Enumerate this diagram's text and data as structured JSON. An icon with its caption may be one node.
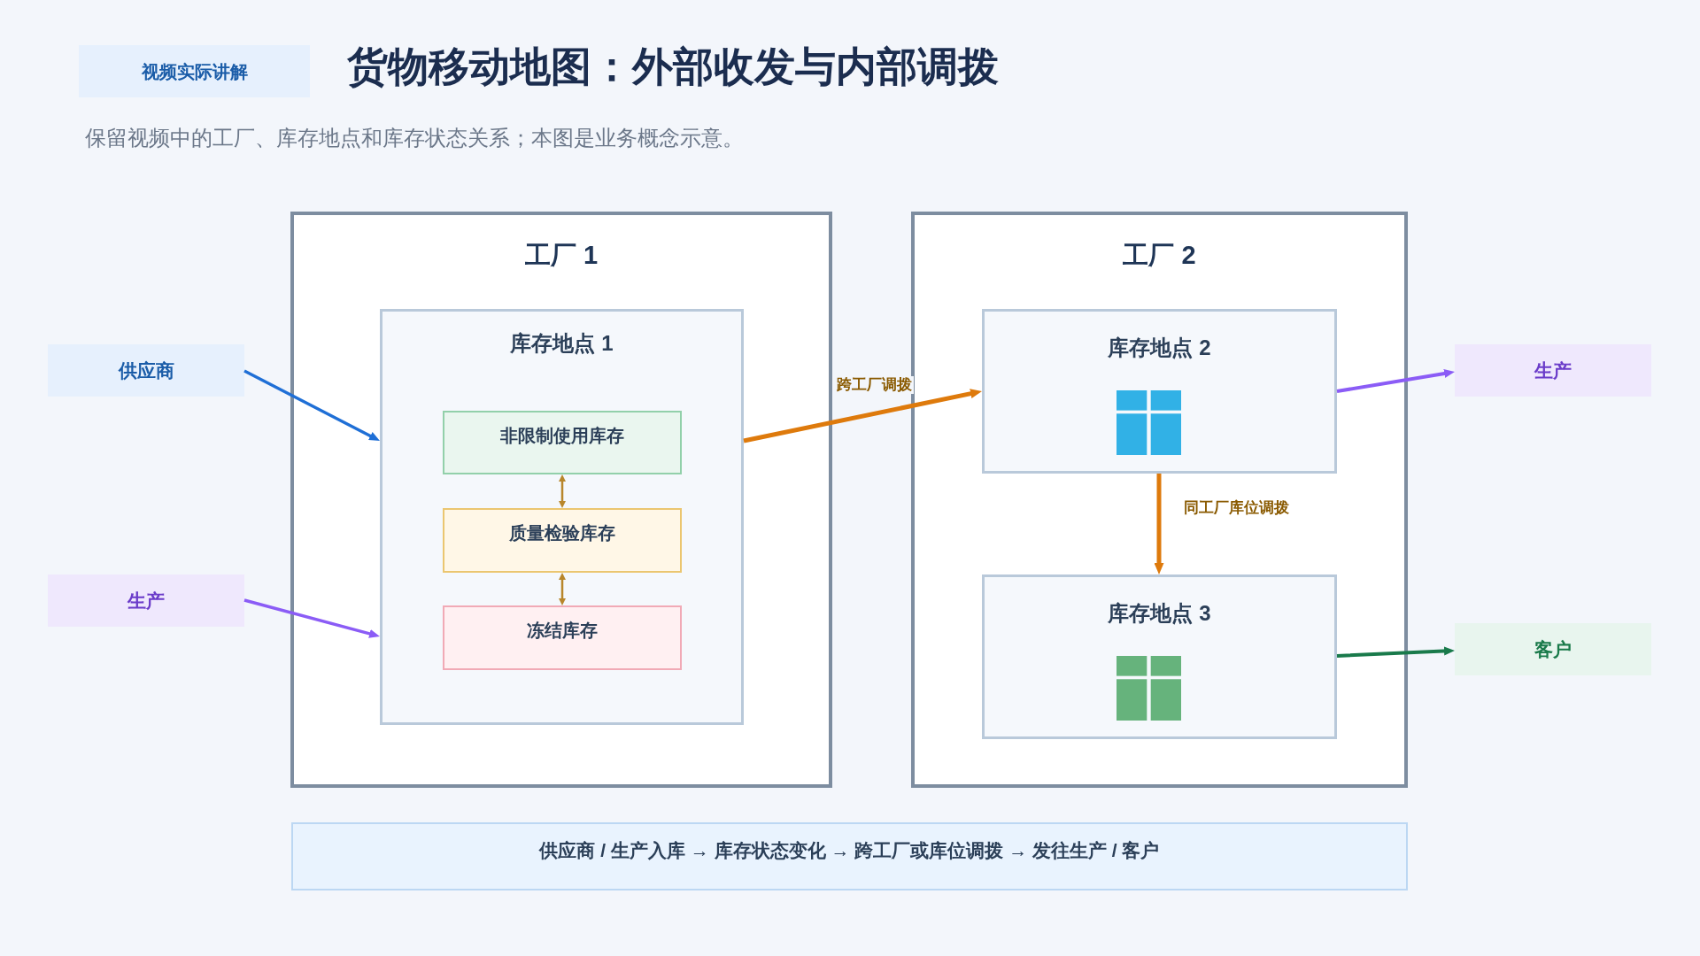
{
  "diagram": {
    "title": "货物移动地图：外部收发与内部调拨",
    "nodes": [
      {
        "text": [
          "视频实际讲解"
        ]
      },
      {
        "text": [
          "供应商"
        ]
      },
      {
        "text": [
          "生产"
        ]
      },
      {
        "text": [
          "工厂 1"
        ]
      },
      {
        "text": [
          "库存地点 1"
        ],
        "in": 3
      },
      {
        "text": [
          "非限制使用库存"
        ],
        "in": 4
      },
      {
        "text": [
          "质量检验库存"
        ],
        "in": 4
      },
      {
        "text": [
          "冻结库存"
        ],
        "in": 4
      },
      {
        "text": [
          "工厂 2"
        ]
      },
      {
        "text": [
          "库存地点 2"
        ],
        "in": 8
      },
      {
        "text": [
          "库存地点 3"
        ],
        "in": 8
      },
      {
        "text": [
          "生产"
        ]
      },
      {
        "text": [
          "客户"
        ]
      },
      {
        "text": [
          "供应商 / 生产入库 → 库存状态变化 → 跨工厂或库位调拨 → 发往生产 / 客户"
        ]
      }
    ],
    "edges": [
      {
        "from": 1,
        "to": 4,
        "arrow": "to",
        "color": "#1f6fd6"
      },
      {
        "from": 2,
        "to": 4,
        "arrow": "to",
        "color": "#8b5cf6"
      },
      {
        "from": 5,
        "to": 6,
        "arrow": "both",
        "color": "#b8862b"
      },
      {
        "from": 6,
        "to": 7,
        "arrow": "both",
        "color": "#b8862b"
      },
      {
        "from": 4,
        "to": 9,
        "arrow": "to",
        "label": "跨工厂调拨",
        "color": "#de7a0c"
      },
      {
        "from": 9,
        "to": 10,
        "arrow": "to",
        "label": "同工厂库位调拨",
        "color": "#de7a0c"
      },
      {
        "from": 9,
        "to": 11,
        "arrow": "to",
        "color": "#8b5cf6"
      },
      {
        "from": 10,
        "to": 12,
        "arrow": "to",
        "color": "#197a4b"
      }
    ],
    "labels": [
      "保留视频中的工厂、库存地点和库存状态关系；本图是业务概念示意。"
    ]
  }
}
